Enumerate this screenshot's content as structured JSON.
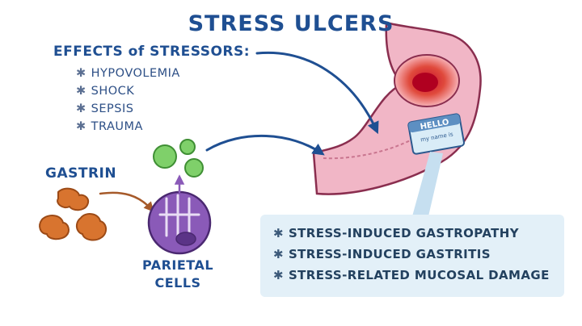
{
  "title": "STRESS ULCERS",
  "stressors": {
    "heading": "EFFECTS of STRESSORS:",
    "items": [
      "HYPOVOLEMIA",
      "SHOCK",
      "SEPSIS",
      "TRAUMA"
    ]
  },
  "gastrin_label": "GASTRIN",
  "parietal_label": [
    "PARIETAL",
    "CELLS"
  ],
  "name_tag": {
    "line1": "HELLO",
    "line2": "my name is"
  },
  "terms": [
    "STRESS-INDUCED GASTROPATHY",
    "STRESS-INDUCED GASTRITIS",
    "STRESS-RELATED MUCOSAL DAMAGE"
  ],
  "bullet_symbol": "✱",
  "colors": {
    "heading_blue": "#1f4f92",
    "gastrin_orange": "#d8742f",
    "acid_green": "#7fd06a",
    "parietal_purple": "#8a5ab8",
    "stomach_pink": "#f1b6c6",
    "ulcer_red": "#d42a2a",
    "term_box": "#e3f0f8"
  }
}
